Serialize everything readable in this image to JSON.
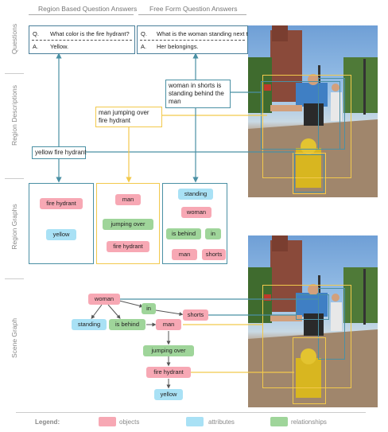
{
  "headers": {
    "region_qa": "Region Based Question Answers",
    "free_qa": "Free Form Question Answers"
  },
  "side_labels": {
    "questions": "Questions",
    "region_descriptions": "Region Descriptions",
    "region_graphs": "Region Graphs",
    "scene_graph": "Scene Graph"
  },
  "qa": {
    "region": {
      "q_prefix": "Q.",
      "q": "What color is the fire hydrant?",
      "a_prefix": "A.",
      "a": "Yellow."
    },
    "free": {
      "q_prefix": "Q.",
      "q": "What is the woman standing next to?",
      "a_prefix": "A.",
      "a": "Her belongings."
    }
  },
  "descriptions": {
    "woman": "woman in shorts is standing behind the man",
    "man": "man jumping over fire hydrant",
    "hydrant": "yellow fire hydrant"
  },
  "region_graphs": {
    "g1": {
      "fire_hydrant": "fire hydrant",
      "yellow": "yellow"
    },
    "g2": {
      "man": "man",
      "jumping_over": "jumping over",
      "fire_hydrant": "fire hydrant"
    },
    "g3": {
      "standing": "standing",
      "woman": "woman",
      "is_behind": "is behind",
      "in": "in",
      "man": "man",
      "shorts": "shorts"
    }
  },
  "scene_graph": {
    "woman": "woman",
    "in": "in",
    "shorts": "shorts",
    "standing": "standing",
    "is_behind": "is behind",
    "man": "man",
    "jumping_over": "jumping over",
    "fire_hydrant": "fire hydrant",
    "yellow": "yellow"
  },
  "legend": {
    "title": "Legend:",
    "objects": "objects",
    "attributes": "attributes",
    "relationships": "relationships"
  },
  "colors": {
    "objects": "#f7a8b4",
    "attributes": "#a9e1f5",
    "relationships": "#9fd59a",
    "region_blue": "#4a90a4",
    "region_yellow": "#f2c94c"
  }
}
